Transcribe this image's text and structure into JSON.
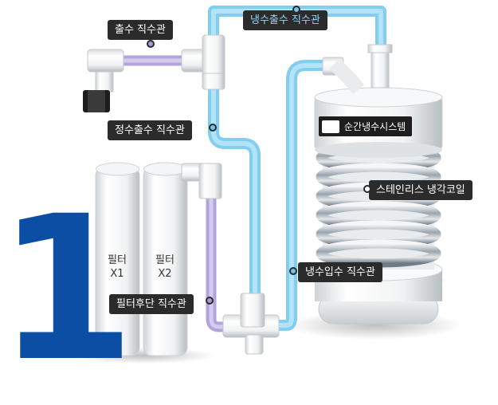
{
  "number": "1",
  "labels": {
    "outlet_pipe": "출수 직수관",
    "cold_outlet_pipe": "냉수출수 직수관",
    "purified_outlet_pipe": "정수출수 직수관",
    "coil": "스테인리스 냉각코일",
    "cold_inlet_pipe": "냉수입수 직수관",
    "post_filter_pipe": "필터후단 직수관"
  },
  "filters": [
    {
      "name": "필터",
      "model": "X1"
    },
    {
      "name": "필터",
      "model": "X2"
    }
  ],
  "system_badge": "순간냉수시스템",
  "colors": {
    "blue_pipe": "#6cc6ee",
    "purple_pipe": "#a99ad8",
    "number": "#0c4ea3",
    "label_bg": "#2b2b2b"
  }
}
